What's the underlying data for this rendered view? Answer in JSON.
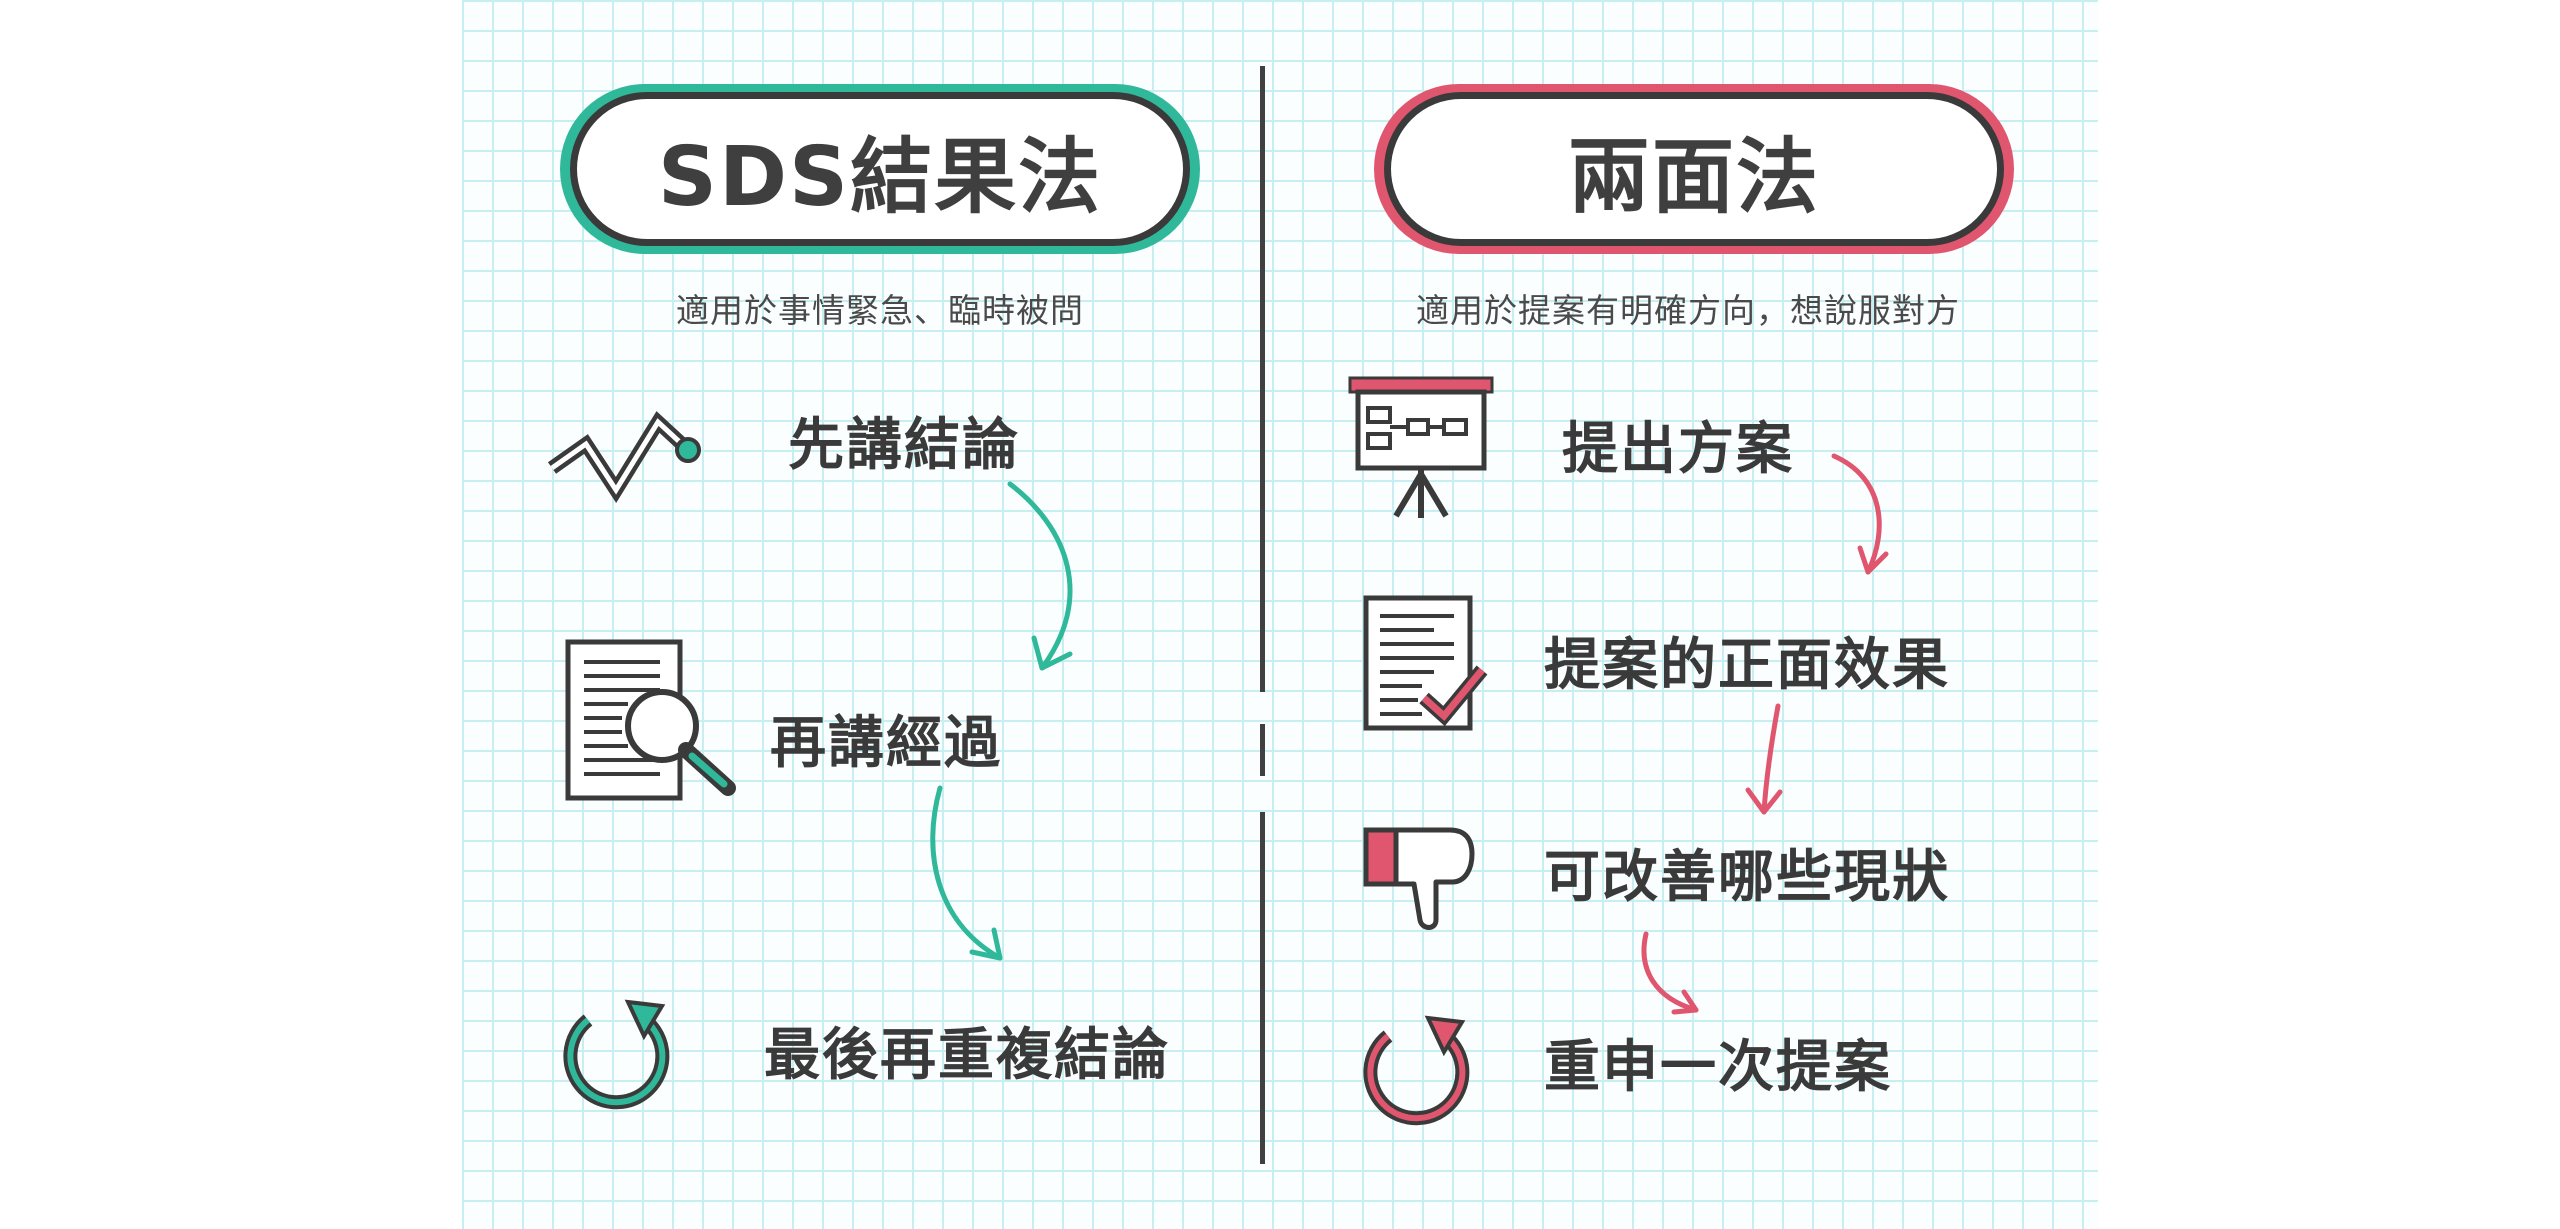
{
  "colors": {
    "sds_accent": "#2fb89a",
    "two_sided_accent": "#e0566f",
    "ink": "#3a3a3a",
    "grid": "#c7eef0"
  },
  "left": {
    "title": "SDS結果法",
    "subtitle": "適用於事情緊急、臨時被問",
    "steps": [
      {
        "label": "先講結論",
        "icon": "trend-line-icon"
      },
      {
        "label": "再講經過",
        "icon": "document-magnifier-icon"
      },
      {
        "label": "最後再重複結論",
        "icon": "repeat-arrow-icon"
      }
    ]
  },
  "right": {
    "title": "兩面法",
    "subtitle": "適用於提案有明確方向，想說服對方",
    "steps": [
      {
        "label": "提出方案",
        "icon": "presentation-board-icon"
      },
      {
        "label": "提案的正面效果",
        "icon": "checked-document-icon"
      },
      {
        "label": "可改善哪些現狀",
        "icon": "thumbs-down-icon"
      },
      {
        "label": "重申一次提案",
        "icon": "repeat-arrow-icon"
      }
    ]
  }
}
